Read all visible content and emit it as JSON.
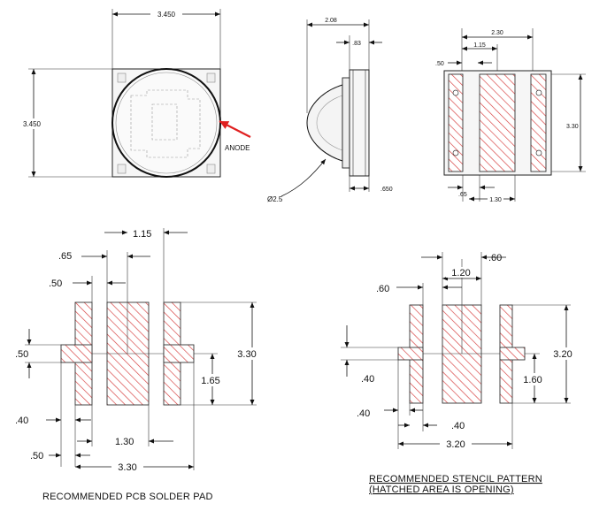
{
  "top": {
    "width": "3.450",
    "height": "3.450",
    "anode": "ANODE",
    "side_total": "2.08",
    "side_flange": ".83",
    "side_base": ".650",
    "lens_dia": "Ø2.5",
    "back_width": "2.30",
    "back_center": "1.15",
    "back_side": ".50",
    "back_height": "3.30",
    "back_gap": ".65",
    "back_pitch": "1.30"
  },
  "pcb": {
    "caption": "RECOMMENDED PCB SOLDER PAD",
    "d_115": "1.15",
    "d_065": ".65",
    "d_050_top": ".50",
    "d_050_tab": ".50",
    "d_330_h": "3.30",
    "d_165": "1.65",
    "d_040": ".40",
    "d_130": "1.30",
    "d_050_bot": ".50",
    "d_330_w": "3.30"
  },
  "stencil": {
    "caption_1": "RECOMMENDED STENCIL PATTERN",
    "caption_2": "(HATCHED AREA IS OPENING)",
    "d_060_top": ".60",
    "d_120": "1.20",
    "d_060_left": ".60",
    "d_320_h": "3.20",
    "d_040_tab": ".40",
    "d_160": "1.60",
    "d_040_left": ".40",
    "d_040_bot": ".40",
    "d_320_w": "3.20"
  }
}
